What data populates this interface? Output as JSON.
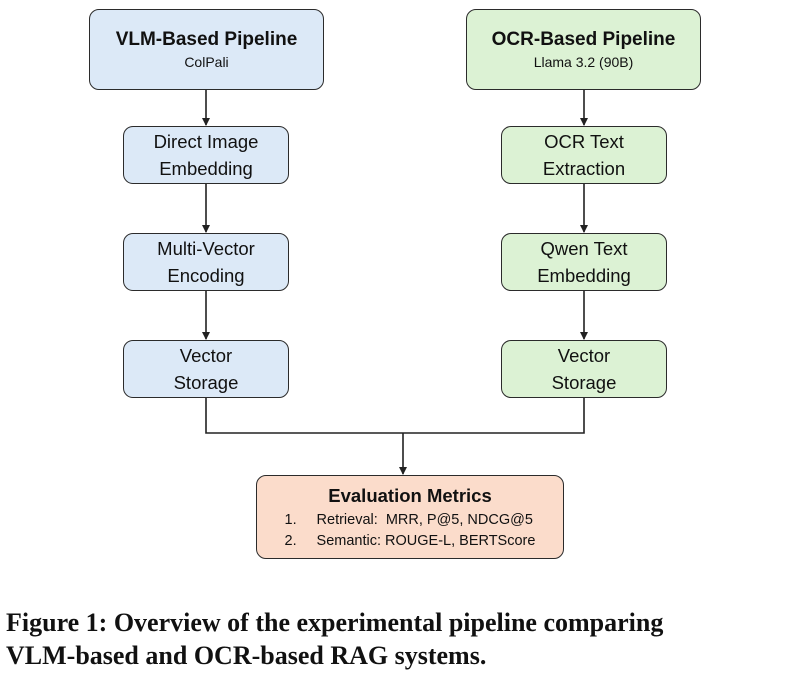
{
  "left_pipeline": {
    "title": "VLM-Based Pipeline",
    "subtitle": "ColPali",
    "steps": [
      {
        "line1": "Direct Image",
        "line2": "Embedding"
      },
      {
        "line1": "Multi-Vector",
        "line2": "Encoding"
      },
      {
        "line1": "Vector",
        "line2": "Storage"
      }
    ],
    "color": "#dce9f7"
  },
  "right_pipeline": {
    "title": "OCR-Based Pipeline",
    "subtitle": "Llama 3.2 (90B)",
    "steps": [
      {
        "line1": "OCR Text",
        "line2": "Extraction"
      },
      {
        "line1": "Qwen Text",
        "line2": "Embedding"
      },
      {
        "line1": "Vector",
        "line2": "Storage"
      }
    ],
    "color": "#dcf2d4"
  },
  "evaluation": {
    "title": "Evaluation Metrics",
    "items": [
      {
        "num": "1.",
        "text": "Retrieval:  MRR, P@5, NDCG@5"
      },
      {
        "num": "2.",
        "text": "Semantic: ROUGE-L, BERTScore"
      }
    ],
    "color": "#fbdccb"
  },
  "caption": {
    "line1": "Figure 1: Overview of the experimental pipeline comparing",
    "line2": "VLM-based and OCR-based RAG systems."
  }
}
